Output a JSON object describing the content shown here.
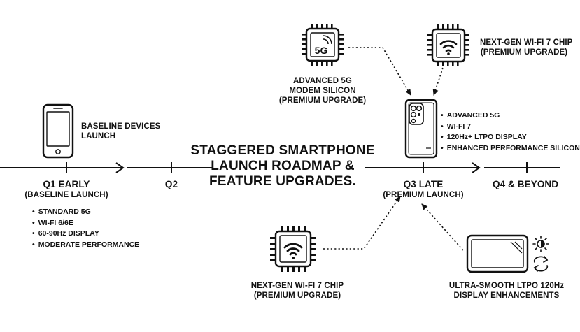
{
  "title_lines": [
    "STAGGERED SMARTPHONE",
    "LAUNCH ROADMAP &",
    "FEATURE UPGRADES."
  ],
  "milestones": {
    "q1": {
      "name": "Q1 EARLY",
      "sub": "(BASELINE LAUNCH)"
    },
    "q2": {
      "name": "Q2"
    },
    "q3": {
      "name": "Q3 LATE",
      "sub": "(PREMIUM LAUNCH)"
    },
    "q4": {
      "name": "Q4 & BEYOND"
    }
  },
  "baseline": {
    "device_label": [
      "BASELINE DEVICES",
      "LAUNCH"
    ],
    "features": [
      "STANDARD 5G",
      "WI-FI 6/6E",
      "60-90Hz DISPLAY",
      "MODERATE PERFORMANCE"
    ]
  },
  "premium": {
    "features": [
      "ADVANCED 5G",
      "WI-FI 7",
      "120Hz+ LTPO DISPLAY",
      "ENHANCED PERFORMANCE SILICON"
    ]
  },
  "upgrades": {
    "modem": {
      "chip_text": "5G",
      "label": [
        "ADVANCED 5G",
        "MODEM SILICON",
        "(PREMIUM UPGRADE)"
      ]
    },
    "wifi_top": {
      "label": [
        "NEXT-GEN WI-FI 7 CHIP",
        "(PREMIUM UPGRADE)"
      ]
    },
    "wifi_bottom": {
      "label": [
        "NEXT-GEN WI-FI 7 CHIP",
        "(PREMIUM UPGRADE)"
      ]
    },
    "display": {
      "label": [
        "ULTRA-SMOOTH LTPO 120Hz",
        "DISPLAY ENHANCEMENTS"
      ]
    }
  },
  "icons": {
    "chip": "chip-icon",
    "wifi": "wifi-icon",
    "phone": "smartphone-icon",
    "brightness": "sun-brightness-icon",
    "refresh": "refresh-cycle-icon"
  },
  "colors": {
    "ink": "#111111",
    "background": "#ffffff"
  }
}
